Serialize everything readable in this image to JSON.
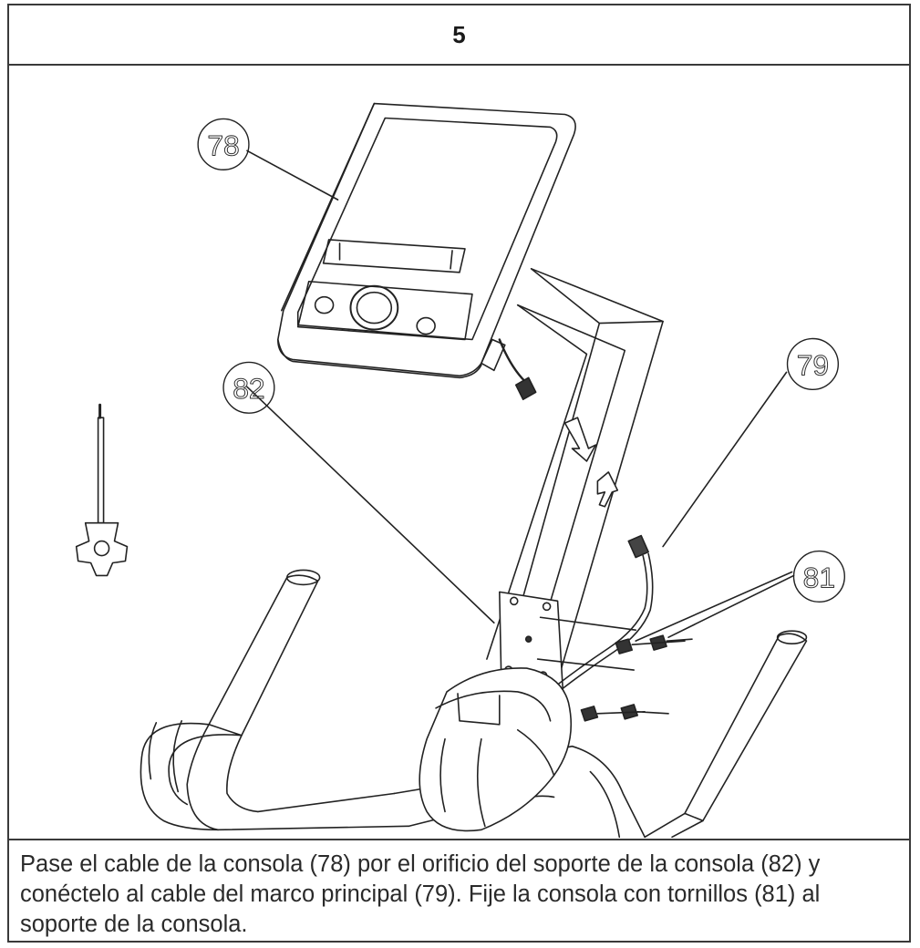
{
  "step": {
    "number": "5"
  },
  "callouts": {
    "console": "78",
    "main_frame_cable": "79",
    "bolts": "81",
    "console_bracket": "82"
  },
  "caption": {
    "text": "Pase el cable de la consola (78) por el orificio del soporte de la consola (82) y conéctelo al cable del marco principal (79). Fije la consola con tornillos (81) al soporte de la consola."
  }
}
